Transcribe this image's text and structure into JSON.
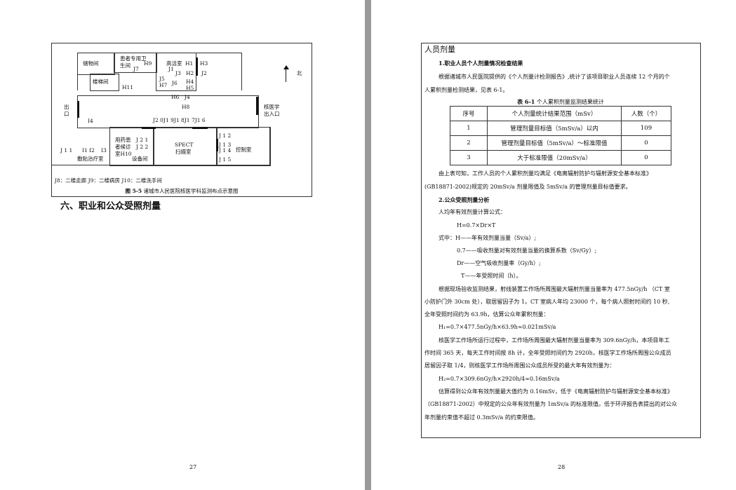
{
  "left_page": {
    "floor_plan": {
      "rooms": {
        "storage": "储物间",
        "patient_toilet": "患者专用卫",
        "patient_toilet_2": "生间",
        "stairs": "楼梯间",
        "active_room": "高活室",
        "waiting_line1": "用药患",
        "waiting_line2": "者候诊",
        "waiting_line3": "室H10",
        "equipment": "设备间",
        "spect": "SPECT",
        "spect_room": "扫描室",
        "control": "控制室",
        "treatment": "敷贴治疗室",
        "exit_1": "出",
        "exit_2": "口",
        "nm_entrance_1": "核医学",
        "nm_entrance_2": "出入口",
        "north": "北"
      },
      "points": {
        "H9": "H9",
        "J7": "J7",
        "H11": "H11",
        "J1": "J1",
        "H1": "H1",
        "H3": "H3",
        "J3": "J3",
        "H2": "H2",
        "J2": "J2",
        "J5": "J5",
        "H7": "H7",
        "J6": "J6",
        "H4": "H4",
        "H5": "H5",
        "H6": "H6",
        "J4": "J4",
        "H8": "H8",
        "I4": "I4",
        "corridor_points": "J2 0J1 9J1 8J1 7J1 6",
        "J21": "J 2 1",
        "J22": "J 2 2",
        "J12": "J 1 2",
        "J13": "J 1 3",
        "J14": "J 1 4",
        "J15": "J 1 5",
        "J11": "J 1 1",
        "I1I2": "I1 I2",
        "I3": "I3"
      },
      "legend": "J8：二楼走廊    J9：二楼病房    J10：二楼洗手间",
      "caption_num": "图 5-5",
      "caption": " 诸城市人民医院核医学科监测布点示意图"
    },
    "section_heading": "六、职业和公众受照剂量",
    "page_number": "27"
  },
  "right_page": {
    "title": "人员剂量",
    "sub1": "1.职业人员个人剂量情况检查结果",
    "p1_l1": "根据诸城市人民医院提供的《个人剂量计检测报告》,统计了该项目职业人员连续 12 个月的个",
    "p1_l2": "人累积剂量检测结果，见表 6-1。",
    "table_caption_num": "表 6-1",
    "table_caption": " 个人累积剂量监测结果统计",
    "table": {
      "headers": [
        "序号",
        "个人剂量统计结果范围（mSv）",
        "人数（个）"
      ],
      "rows": [
        [
          "1",
          "管理剂量目标值（5mSv/a）以内",
          "109"
        ],
        [
          "2",
          "管理剂量目标值（5mSv/a）～标准限值",
          "0"
        ],
        [
          "3",
          "大于标准限值（20mSv/a）",
          "0"
        ]
      ]
    },
    "p2_l1": "由上表可知，工作人员的个人累积剂量均满足《电离辐射防护与辐射源安全基本标准》",
    "p2_l2": "(GB18871-2002)规定的 20mSv/a 剂量限值及 5mSv/a 的管理剂量目标值要求。",
    "sub2": "2.公众受照剂量分析",
    "formula_intro": "人均年有效剂量计算公式：",
    "formula": "H=0.7×Dr×T",
    "where_h": "式中：H——年有效剂量当量（Sv/a）;",
    "where_07": "0.7——吸收剂量对有效剂量当量的换算系数（Sv/Gy）;",
    "where_dr": "Dr——空气吸收剂量率（Gy/h）;",
    "where_t": "T——年受照时间（h）。",
    "p3_l1": "根据现场验收监测结果，射线装置工作场所周围最大辐射剂量当量率为 477.5nGy/h （CT 室",
    "p3_l2": "小防护门外 30cm 处），取居留因子为 1。CT 室病人年均 23000 个，每个病人照射时间约 10 秒,",
    "p3_l3": "全年受照时间约为 63.9h，估算公众年累积剂量：",
    "h1": "H₁=0.7×477.5nGy/h×63.9h≈0.021mSv/a",
    "p4_l1": "核医学工作场所运行过程中，工作场所周围最大辐射剂量当量率为 309.6nGy/h，本项目年工",
    "p4_l2": "作时间 365 天，每天工作时间按 8h 计，全年受照时间约为 2920h，核医学工作场所周围公众成员",
    "p4_l3": "居留因子取 1/4，则核医学工作场所周围公众成员所受的最大年有效剂量为：",
    "h2": "H₂=0.7×309.6nGy/h×2920h/4≈0.16mSv/a",
    "p5_l1": "估算得到公众年有效剂量最大值约为 0.16mSv，低于《电离辐射防护与辐射源安全基本标准》",
    "p5_l2": "（GB18871-2002）中规定的公众年有效剂量为 1mSv/a 的标准限值。低于环评报告表提出的对公众",
    "p5_l3": "年剂量约束值不超过 0.3mSv/a 的约束限值。",
    "page_number": "28"
  }
}
